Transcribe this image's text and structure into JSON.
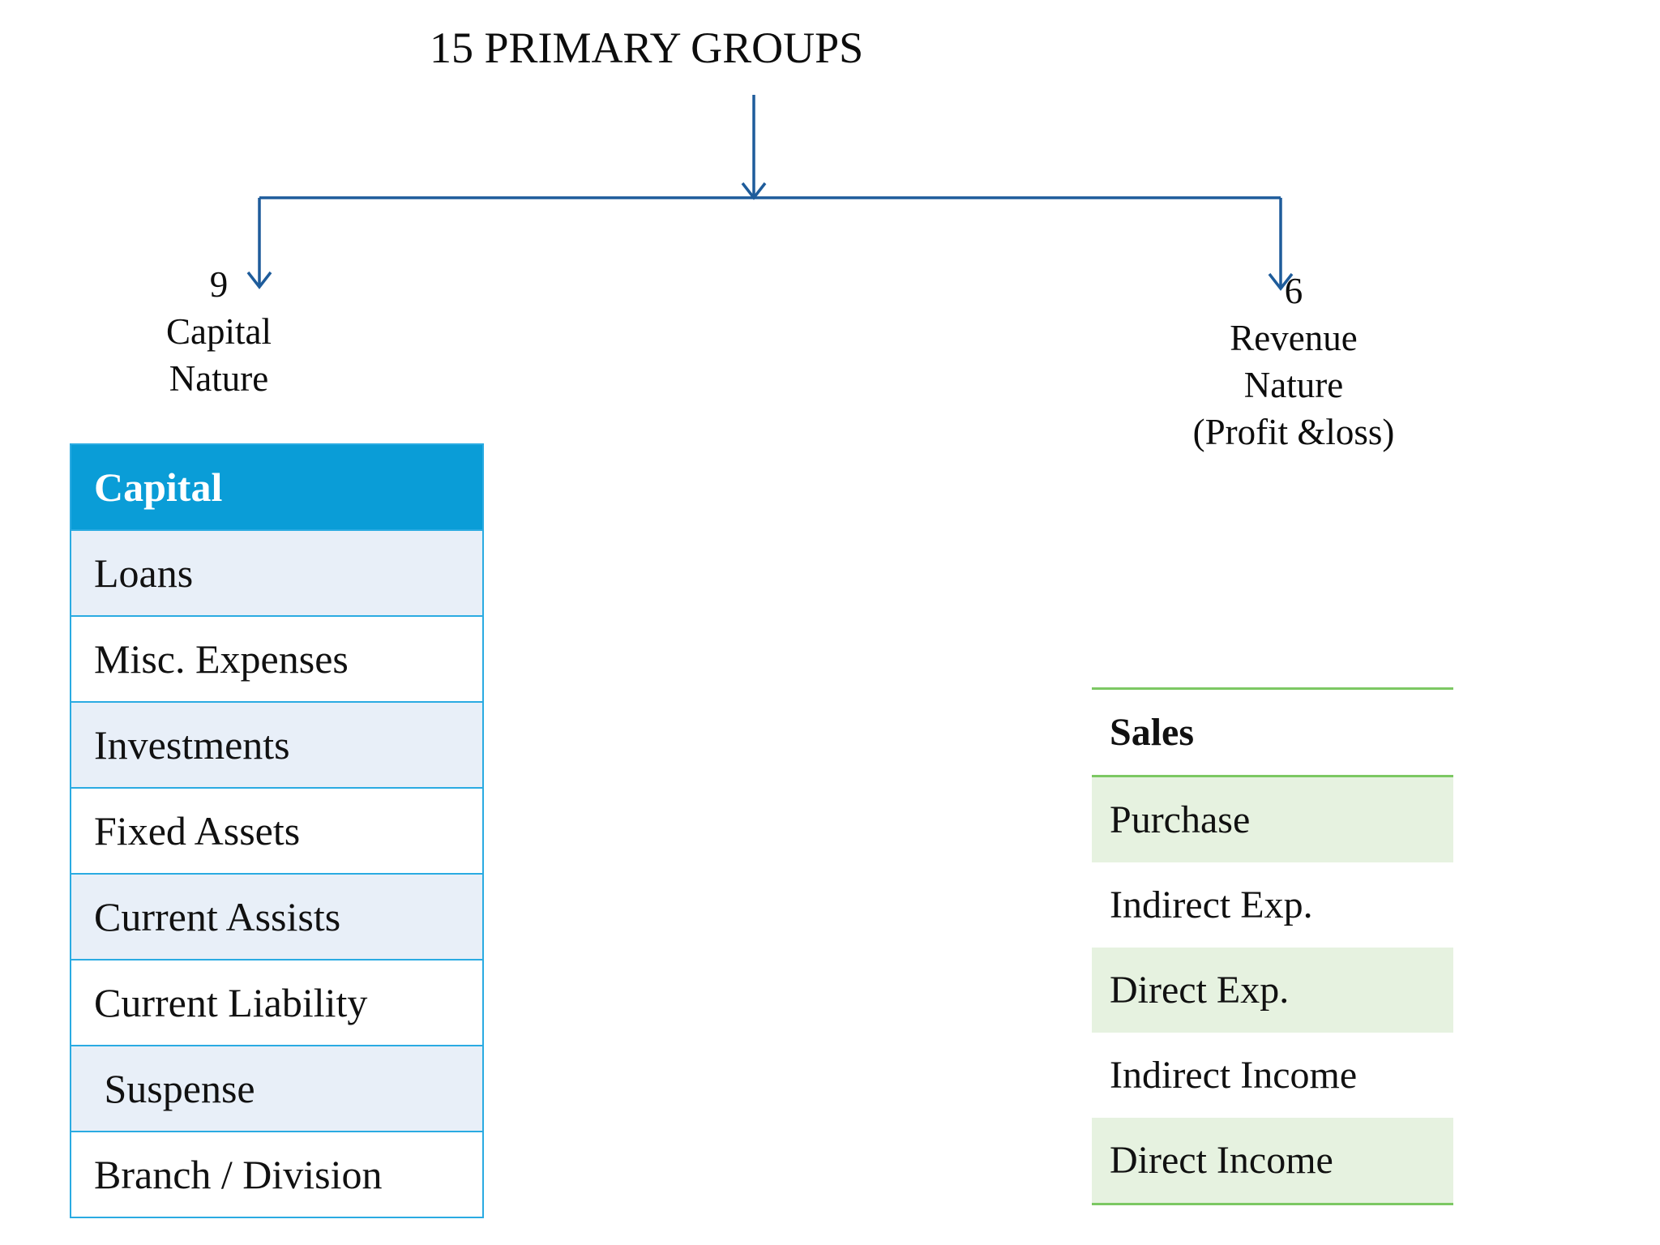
{
  "title": "15 PRIMARY GROUPS",
  "colors": {
    "arrow_blue": "#1e5c9b",
    "capital_header_bg": "#0a9dd7",
    "capital_row_alt_bg": "#e8eff8",
    "capital_border": "#2aabe2",
    "revenue_row_alt_bg": "#e6f2e0",
    "revenue_border": "#7cc863"
  },
  "left_branch": {
    "lines": [
      "9",
      "Capital",
      "Nature"
    ],
    "table": {
      "header": "Capital",
      "rows": [
        "Loans",
        "Misc. Expenses",
        "Investments",
        "Fixed Assets",
        "Current Assists",
        "Current Liability",
        " Suspense",
        "Branch / Division"
      ]
    }
  },
  "right_branch": {
    "lines": [
      "6",
      "Revenue",
      "Nature",
      "(Profit &loss)"
    ],
    "table": {
      "header": "Sales",
      "rows": [
        "Purchase",
        "Indirect Exp.",
        "Direct Exp.",
        "Indirect Income",
        "Direct Income"
      ]
    }
  }
}
